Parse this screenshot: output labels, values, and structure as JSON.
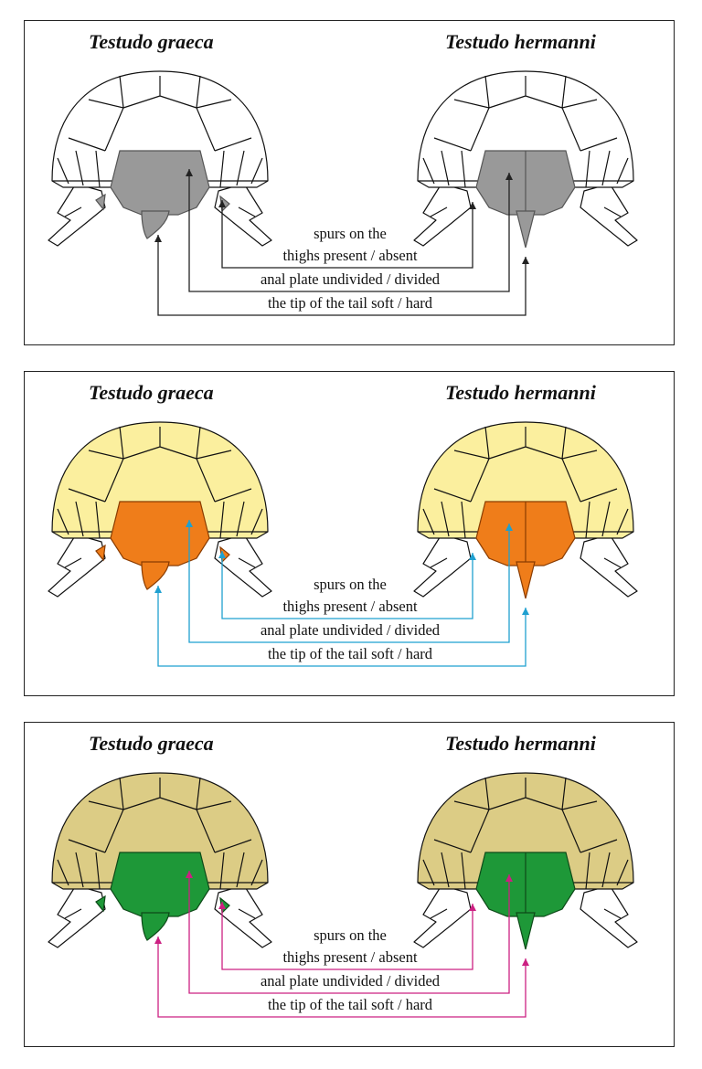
{
  "panels": [
    {
      "name": "gray",
      "shell": "#ffffff",
      "plate": "#999999",
      "plate_stroke": "#555555",
      "arrow": "#222222"
    },
    {
      "name": "orange",
      "shell": "#fbef9e",
      "plate": "#ef7d1a",
      "plate_stroke": "#8a3c00",
      "arrow": "#1fa0d0"
    },
    {
      "name": "green",
      "shell": "#dccc85",
      "plate": "#1e9838",
      "plate_stroke": "#0d4a18",
      "arrow": "#cc2082"
    }
  ],
  "species": {
    "left": "Testudo graeca",
    "right": "Testudo hermanni"
  },
  "labels": {
    "line1": "spurs on the",
    "line2": "thighs present / absent",
    "line3": "anal plate undivided / divided",
    "line4": "the tip of the tail soft / hard"
  }
}
